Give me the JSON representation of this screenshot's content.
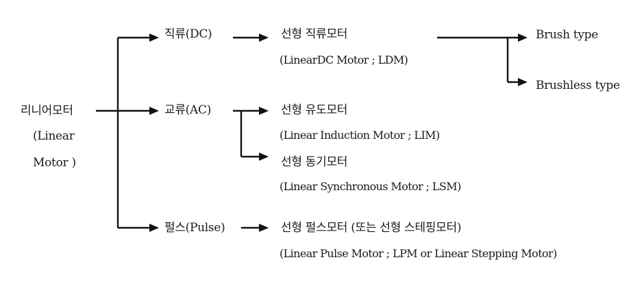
{
  "root": {
    "line1": "리니어모터",
    "line2": "(Linear",
    "line3": "Motor )"
  },
  "branches": {
    "dc": {
      "label": "직류(DC)",
      "motor": "선형 직류모터",
      "motor_en": "(LinearDC Motor ; LDM)",
      "subtypes": [
        "Brush type",
        "Brushless type"
      ]
    },
    "ac": {
      "label": "교류(AC)",
      "motor1": "선형 유도모터",
      "motor1_en": "(Linear Induction Motor ; LIM)",
      "motor2": "선형 동기모터",
      "motor2_en": "(Linear Synchronous Motor ; LSM)"
    },
    "pulse": {
      "label": "펄스(Pulse)",
      "motor": "선형 펄스모터 (또는 선형 스테핑모터)",
      "motor_en": "(Linear Pulse Motor ; LPM or Linear Stepping Motor)"
    }
  }
}
